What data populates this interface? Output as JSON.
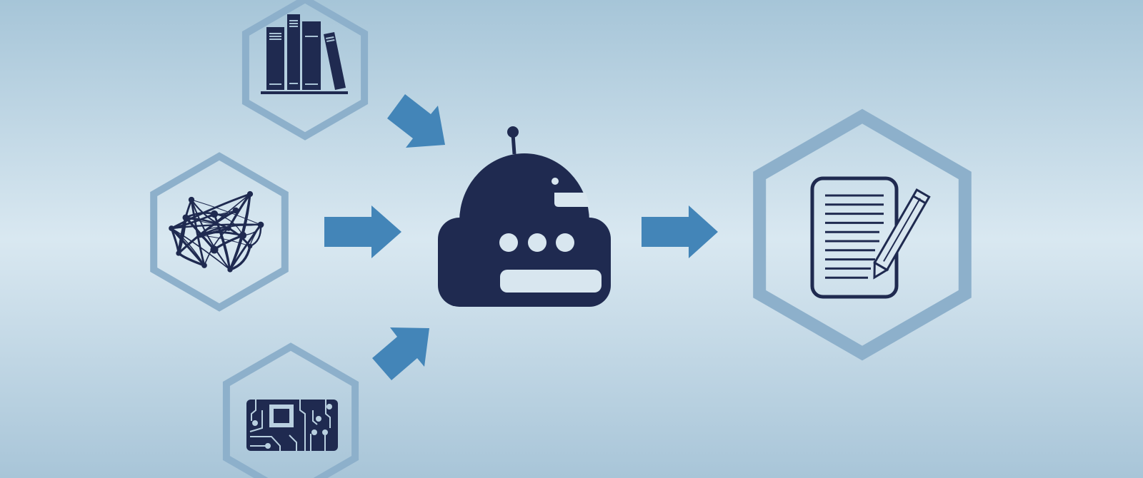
{
  "colors": {
    "bg_top": "#a6c5d8",
    "bg_mid": "#d9e8f1",
    "bg_bottom": "#a8c5d8",
    "hex_stroke": "#8db0cb",
    "arrow": "#4385b8",
    "icon_dark": "#1f2a50",
    "icon_light": "#d8e6ef"
  },
  "inputs": [
    {
      "name": "books",
      "icon": "books-icon"
    },
    {
      "name": "network",
      "icon": "network-icon"
    },
    {
      "name": "circuit",
      "icon": "circuit-board-icon"
    }
  ],
  "processor": {
    "icon": "robot-icon"
  },
  "output": {
    "icon": "document-pencil-icon"
  }
}
